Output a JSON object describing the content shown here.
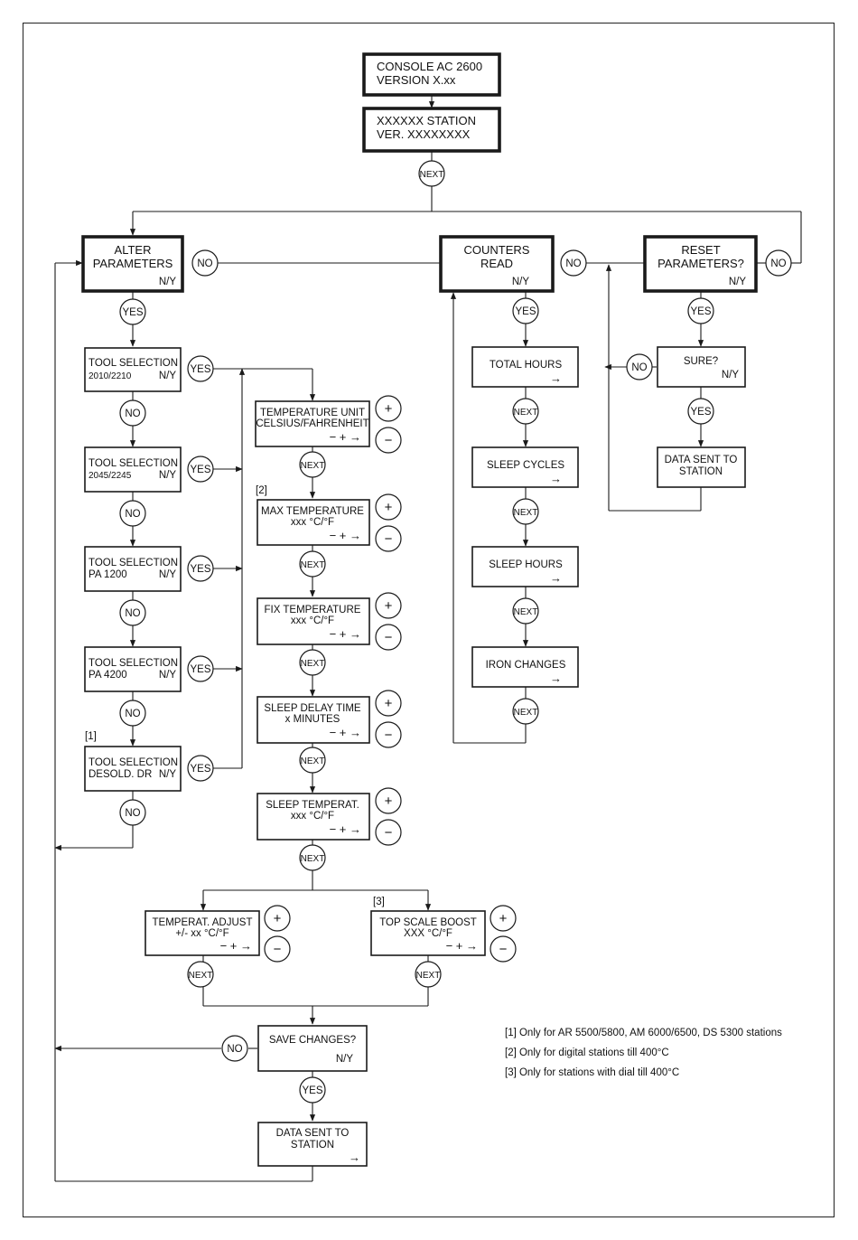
{
  "console": {
    "line1": "CONSOLE AC 2600",
    "line2": "VERSION X.xx"
  },
  "station": {
    "line1": "XXXXXX STATION",
    "line2": "VER. XXXXXXXX"
  },
  "labels": {
    "next": "NEXT",
    "yes": "YES",
    "no": "NO",
    "ny": "N/Y",
    "plus": "+",
    "minus": "−",
    "arrow": "→",
    "pm_arrow": "− + →"
  },
  "menu": {
    "alter": {
      "line1": "ALTER",
      "line2": "PARAMETERS"
    },
    "counters": {
      "line1": "COUNTERS",
      "line2": "READ"
    },
    "reset": {
      "line1": "RESET",
      "line2": "PARAMETERS?"
    }
  },
  "tools": [
    {
      "line1": "TOOL SELECTION",
      "line2": "2010/2210"
    },
    {
      "line1": "TOOL SELECTION",
      "line2": "2045/2245"
    },
    {
      "line1": "TOOL SELECTION",
      "line2": "PA 1200"
    },
    {
      "line1": "TOOL SELECTION",
      "line2": "PA 4200"
    },
    {
      "line1": "TOOL SELECTION",
      "line2": "DESOLD. DR"
    }
  ],
  "params": [
    {
      "line1": "TEMPERATURE UNIT",
      "line2": "CELSIUS/FAHRENHEIT"
    },
    {
      "line1": "MAX TEMPERATURE",
      "line2": "xxx °C/°F"
    },
    {
      "line1": "FIX TEMPERATURE",
      "line2": "xxx °C/°F"
    },
    {
      "line1": "SLEEP DELAY TIME",
      "line2": "x MINUTES"
    },
    {
      "line1": "SLEEP TEMPERAT.",
      "line2": "xxx °C/°F"
    }
  ],
  "adjust": {
    "line1": "TEMPERAT. ADJUST",
    "line2": "+/- xx °C/°F"
  },
  "boost": {
    "line1": "TOP SCALE BOOST",
    "line2": "XXX °C/°F"
  },
  "save": {
    "line1": "SAVE CHANGES?"
  },
  "data_sent": {
    "line1": "DATA SENT TO",
    "line2": "STATION"
  },
  "counters": [
    "TOTAL HOURS",
    "SLEEP CYCLES",
    "SLEEP HOURS",
    "IRON CHANGES"
  ],
  "sure": "SURE?",
  "markers": {
    "m1": "[1]",
    "m2": "[2]",
    "m3": "[3]"
  },
  "footnotes": [
    "[1] Only for AR 5500/5800, AM 6000/6500, DS 5300 stations",
    "[2] Only for digital stations till 400°C",
    "[3] Only for stations with dial till 400°C"
  ]
}
